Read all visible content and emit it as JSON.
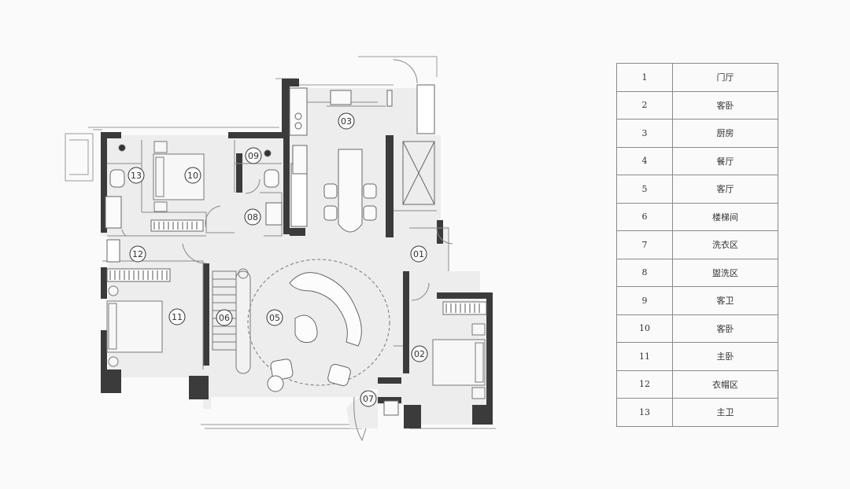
{
  "floor_plan": {
    "room_markers": [
      {
        "id": "01"
      },
      {
        "id": "02"
      },
      {
        "id": "03"
      },
      {
        "id": "05"
      },
      {
        "id": "06"
      },
      {
        "id": "07"
      },
      {
        "id": "08"
      },
      {
        "id": "09"
      },
      {
        "id": "10"
      },
      {
        "id": "11"
      },
      {
        "id": "12"
      },
      {
        "id": "13"
      }
    ]
  },
  "legend": {
    "rows": [
      {
        "num": "1",
        "name": "门厅"
      },
      {
        "num": "2",
        "name": "客卧"
      },
      {
        "num": "3",
        "name": "厨房"
      },
      {
        "num": "4",
        "name": "餐厅"
      },
      {
        "num": "5",
        "name": "客厅"
      },
      {
        "num": "6",
        "name": "楼梯间"
      },
      {
        "num": "7",
        "name": "洗衣区"
      },
      {
        "num": "8",
        "name": "盥洗区"
      },
      {
        "num": "9",
        "name": "客卫"
      },
      {
        "num": "10",
        "name": "客卧"
      },
      {
        "num": "11",
        "name": "主卧"
      },
      {
        "num": "12",
        "name": "衣帽区"
      },
      {
        "num": "13",
        "name": "主卫"
      }
    ]
  },
  "colors": {
    "background": "#fafafa",
    "floor": "#ededed",
    "wall": "#3b3b3b",
    "line": "#8a8a8a"
  }
}
